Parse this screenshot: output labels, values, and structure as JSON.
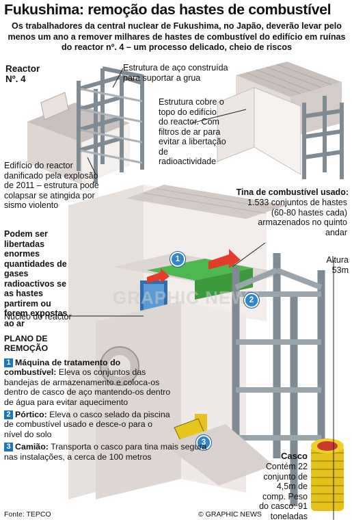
{
  "title": "Fukushima: remoção das hastes de combustível",
  "subtitle": "Os trabalhadores da central nuclear de Fukushima, no Japão, deverão levar pelo menos um ano a remover milhares de hastes de combustível do edifício em ruínas do reactor nº. 4 – um processo delicado, cheio de riscos",
  "labels": {
    "reactor_title": "Reactor Nº. 4",
    "steel_structure": "Estrutura de aço construída para suportar a grua",
    "cover_structure": "Estrutura cobre o topo do edifício do reactor. Com filtros de ar para evitar a libertação de radioactividade",
    "damaged_building": "Edifício do reactor danificado pela explosão de 2011 – estrutura pode colapsar se atingida por sismo violento",
    "gas_warning": "Podem ser libertadas enormes quantidades de gases radioactivos se as hastes partirem ou forem expostas ao ar",
    "reactor_core": "Núcleo do reactor",
    "pool_title": "Tina de combustível usado:",
    "pool_desc": "1.533 conjuntos de hastes (60-80 hastes cada) armazenados no quinto andar",
    "height_label": "Altura",
    "height_value": "53m",
    "cask_title": "Casco",
    "cask_desc": "Contém 22 conjunto de 4,5m de comp. Peso do casco: 91 toneladas"
  },
  "plan": {
    "heading": "PLANO DE REMOÇÃO",
    "steps": [
      {
        "num": "1",
        "title": "Máquina de tratamento do combustível:",
        "text": "Eleva os conjuntos das bandejas de armazenamento e coloca-os dentro de casco de aço mantendo-os dentro de água para evitar aquecimento"
      },
      {
        "num": "2",
        "title": "Pórtico:",
        "text": "Eleva o casco selado da piscina de combustível usado e desce-o para o nível do solo"
      },
      {
        "num": "3",
        "title": "Camião:",
        "text": "Transporta o casco para tina mais segura nas instalações, a cerca de 100 metros"
      }
    ]
  },
  "markers": [
    "1",
    "2",
    "3"
  ],
  "watermark": "GRAPHIC NEWS",
  "footer": {
    "source": "Fonte: TEPCO",
    "credit": "© GRAPHIC NEWS"
  },
  "colors": {
    "steel": "#8c969e",
    "steel_light": "#b8c0c6",
    "wall": "#e9e4e2",
    "wall_shade": "#cfc7c4",
    "pool": "#4fb74f",
    "marker": "#2f86c8",
    "arrow": "#e43c2a"
  }
}
